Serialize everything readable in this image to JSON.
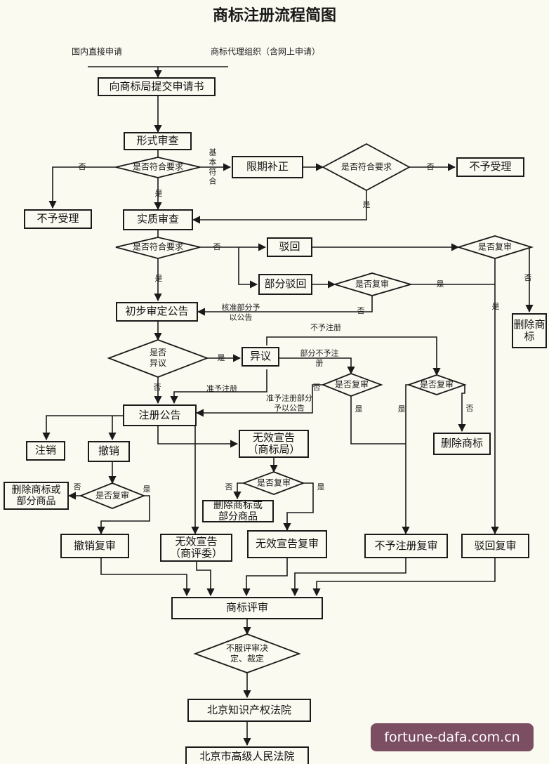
{
  "title": "商标注册流程简图",
  "top_labels": {
    "domestic": "国内直接申请",
    "agency": "商标代理组织（含网上申请）"
  },
  "boxes": {
    "submit": "向商标局提交申请书",
    "formal_review": "形式审查",
    "correction": "限期补正",
    "reject_right": "不予受理",
    "reject_left": "不予受理",
    "substantive": "实质审查",
    "rejection": "驳回",
    "partial_rejection": "部分驳回",
    "delete_right": "删除商标",
    "preliminary": "初步审定公告",
    "opposition": "异议",
    "registration": "注册公告",
    "delete_mid": "删除商标",
    "cancel_note": "注销",
    "revoke": "撤销",
    "invalid_office": "无效宣告（商标局）",
    "delete_left": "删除商标或部分商品",
    "delete_mid2": "删除商标或部分商品",
    "revoke_review": "撤销复审",
    "invalid_board": "无效宣告（商评委）",
    "invalid_review": "无效宣告复审",
    "no_reg_review": "不予注册复审",
    "reject_review": "驳回复审",
    "board_review": "商标评审",
    "ip_court": "北京知识产权法院",
    "high_court": "北京市高级人民法院"
  },
  "decisions": {
    "d1": "是否符合要求",
    "d2": "是否符合要求",
    "d3": "是否符合要求",
    "d4": "是否复审",
    "d5": "是否复审",
    "d6": "是否异议",
    "d7": "是否复审",
    "d8": "是否复审",
    "d9": "是否复审",
    "d10": "是否复审",
    "d11": "不服评审决定、裁定"
  },
  "labels": {
    "no": "否",
    "yes": "是",
    "basic_ok": "基本符合",
    "approve_partial": "核准部分予以公告",
    "not_register": "不予注册",
    "partial_not": "部分不予注册",
    "approve_register": "准予注册",
    "approve_partial_reg": "准予注册部分予以公告"
  },
  "watermark": "fortune-dafa.com.cn"
}
